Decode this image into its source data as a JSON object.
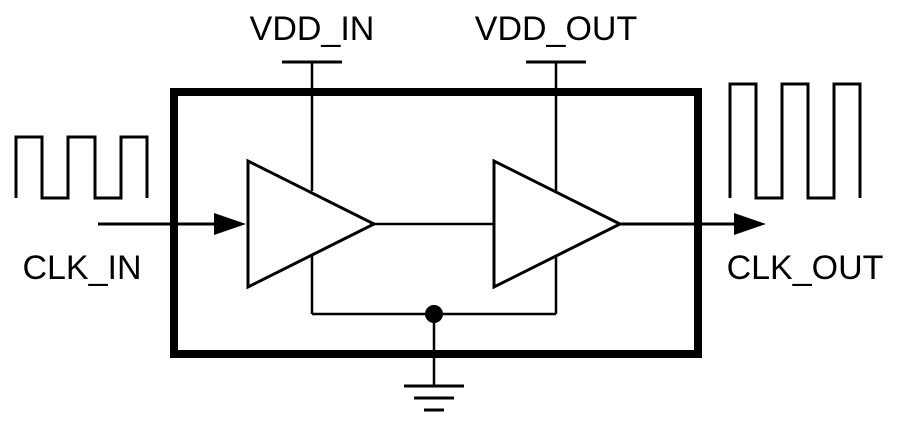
{
  "labels": {
    "vdd_in": "VDD_IN",
    "vdd_out": "VDD_OUT",
    "clk_in": "CLK_IN",
    "clk_out": "CLK_OUT"
  },
  "colors": {
    "stroke": "#000000",
    "background": "#ffffff"
  }
}
